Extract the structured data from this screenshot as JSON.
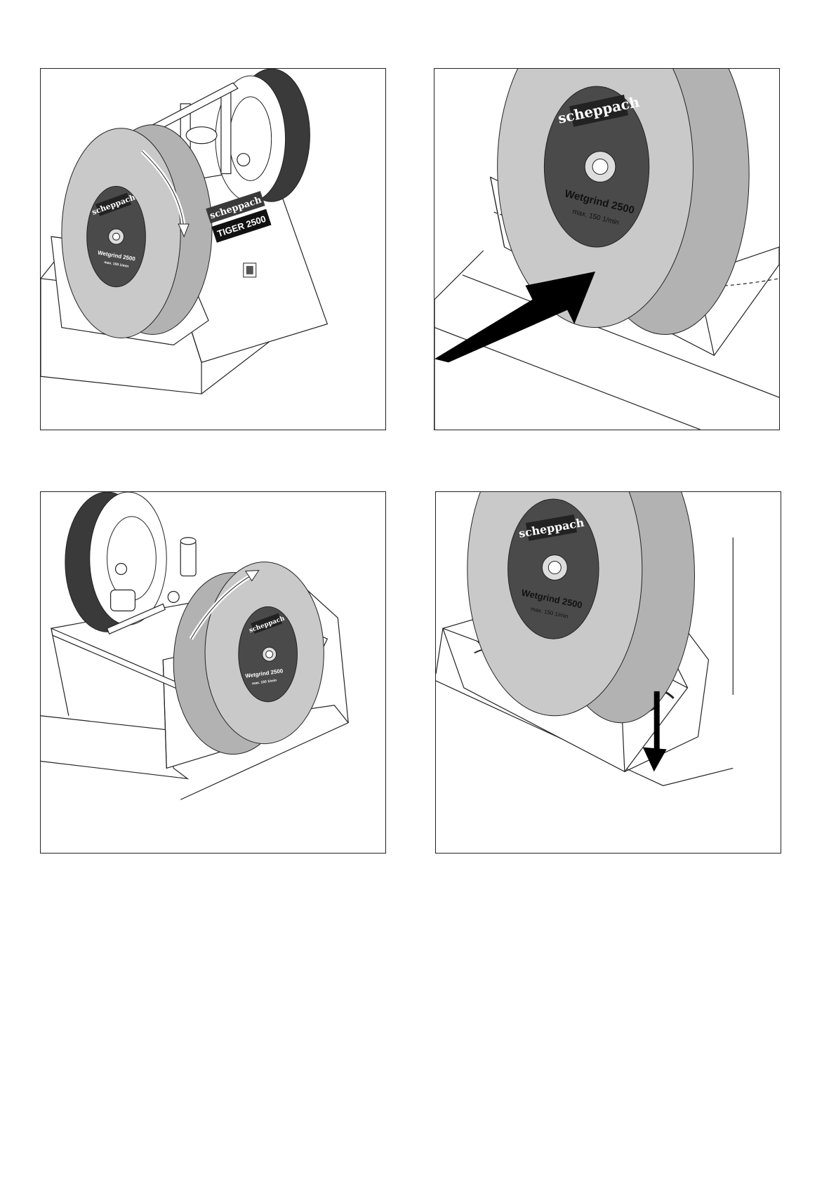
{
  "figures": [
    {
      "brand": "scheppach",
      "wheel_model": "Wetgrind 2500",
      "wheel_speed": "max. 150 1/min",
      "machine_badge": "TIGER 2500"
    },
    {
      "brand": "scheppach",
      "wheel_model": "Wetgrind 2500",
      "wheel_speed": "max. 150 1/min"
    },
    {
      "brand": "scheppach",
      "wheel_model": "Wetgrind 2500",
      "wheel_speed": "max. 150 1/min"
    },
    {
      "brand": "scheppach",
      "wheel_model": "Wetgrind 2500",
      "wheel_speed": "max. 150 1/min"
    }
  ],
  "colors": {
    "stone": "#c9c9c9",
    "stone_rim": "#b2b2b2",
    "leather": "#3a3a3a",
    "label": "#4a4a4a",
    "line": "#222222"
  }
}
